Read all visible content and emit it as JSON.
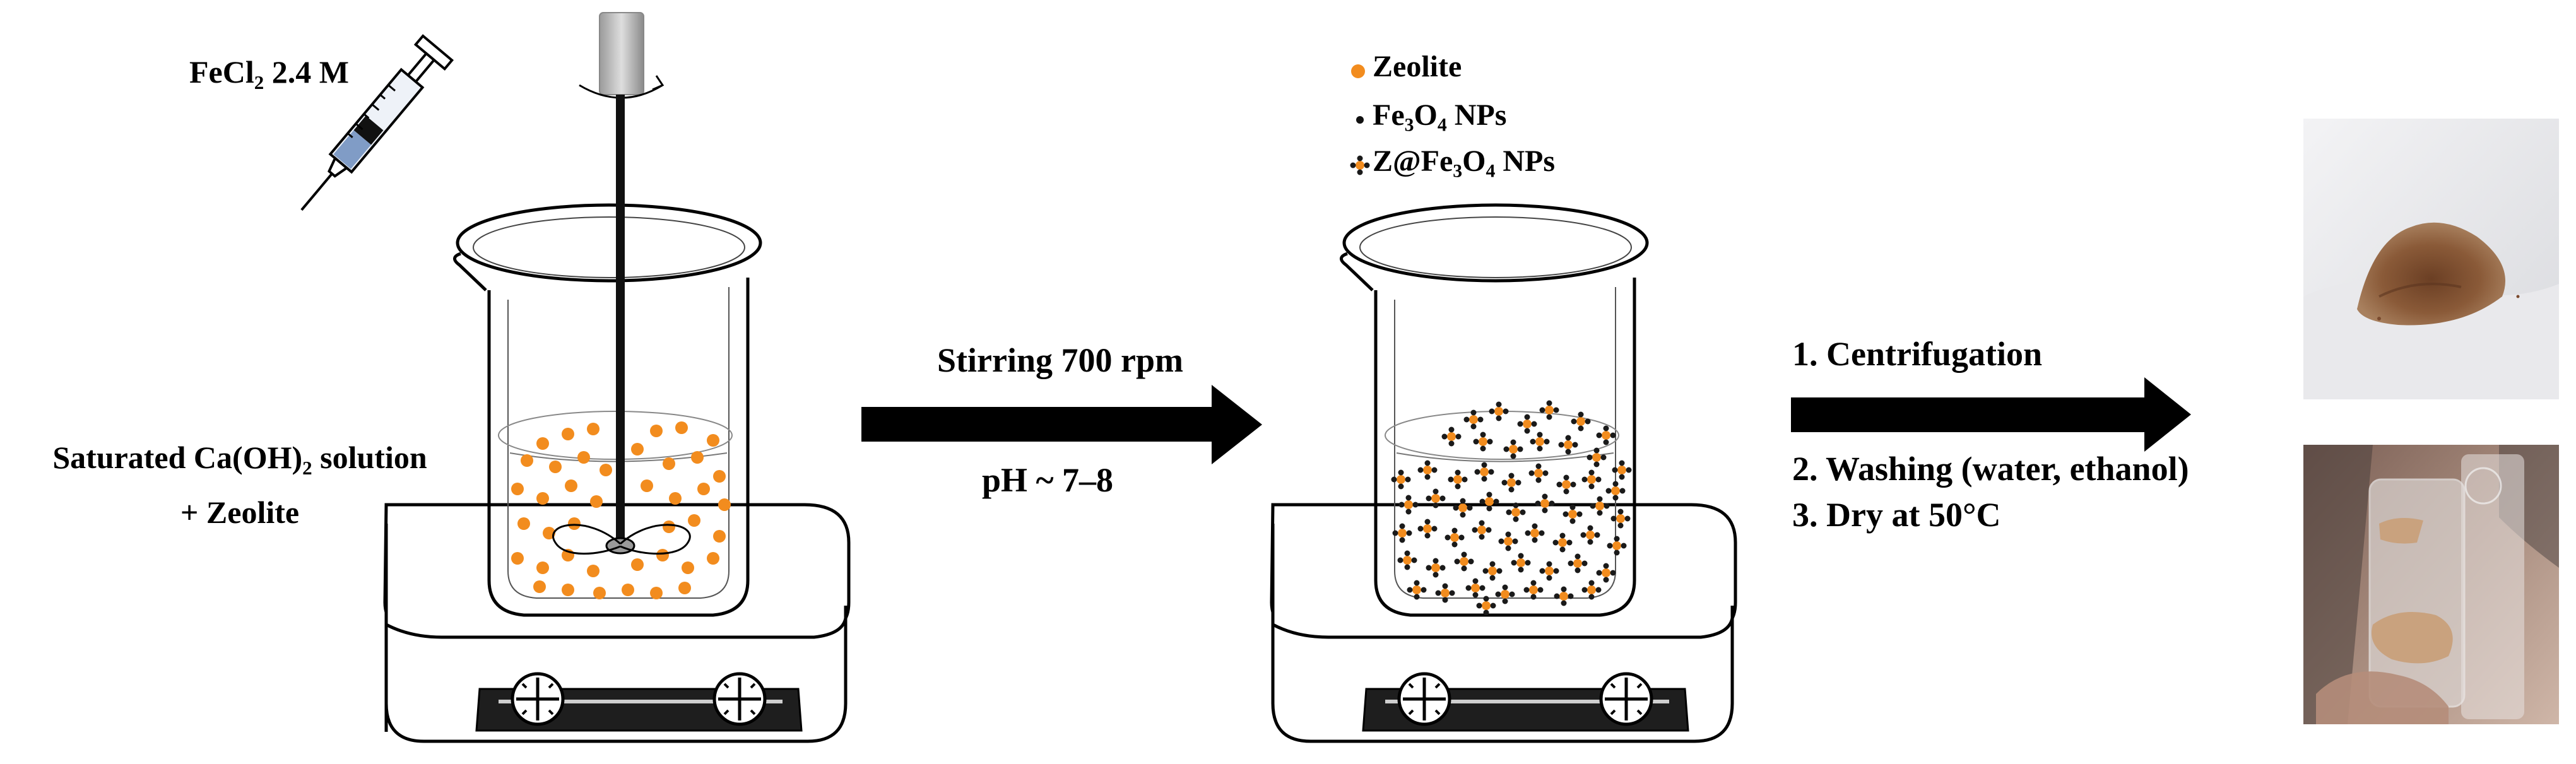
{
  "syringe_label": {
    "prefix": "FeCl",
    "sub": "2",
    "suffix": " 2.4 M"
  },
  "solution_label": {
    "line1_prefix": "Saturated Ca(OH)",
    "line1_sub": "2",
    "line1_suffix": " solution",
    "line2": "+ Zeolite"
  },
  "step1": {
    "top": "Stirring 700 rpm",
    "bottom": "pH ~ 7–8"
  },
  "legend": {
    "zeolite": "Zeolite",
    "fe3o4": {
      "a": "Fe",
      "s1": "3",
      "b": "O",
      "s2": "4",
      "c": " NPs"
    },
    "composite": {
      "a": "Z@Fe",
      "s1": "3",
      "b": "O",
      "s2": "4",
      "c": " NPs"
    }
  },
  "step2": {
    "line1": "1. Centrifugation",
    "line2": "2. Washing (water, ethanol)",
    "line3": "3. Dry at 50°C"
  },
  "colors": {
    "zeolite": "#f28c1e",
    "nanoparticle": "#1a1a1a",
    "arrow": "#000000",
    "powder": "#7a4a2e",
    "product": "#c9a27e"
  },
  "icons": [
    "syringe-icon",
    "stirrer-motor-icon",
    "beaker-icon",
    "hot-plate-icon",
    "arrow-icon",
    "photo-icon"
  ]
}
